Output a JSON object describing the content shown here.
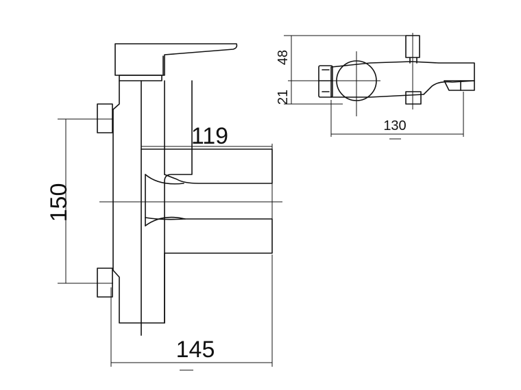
{
  "dimensions": {
    "front_height": "150",
    "front_width": "145",
    "spout_projection": "119",
    "side_width": "130",
    "side_top_height": "48",
    "side_bottom_height": "21"
  },
  "colors": {
    "line": "#111111",
    "background": "#ffffff"
  }
}
